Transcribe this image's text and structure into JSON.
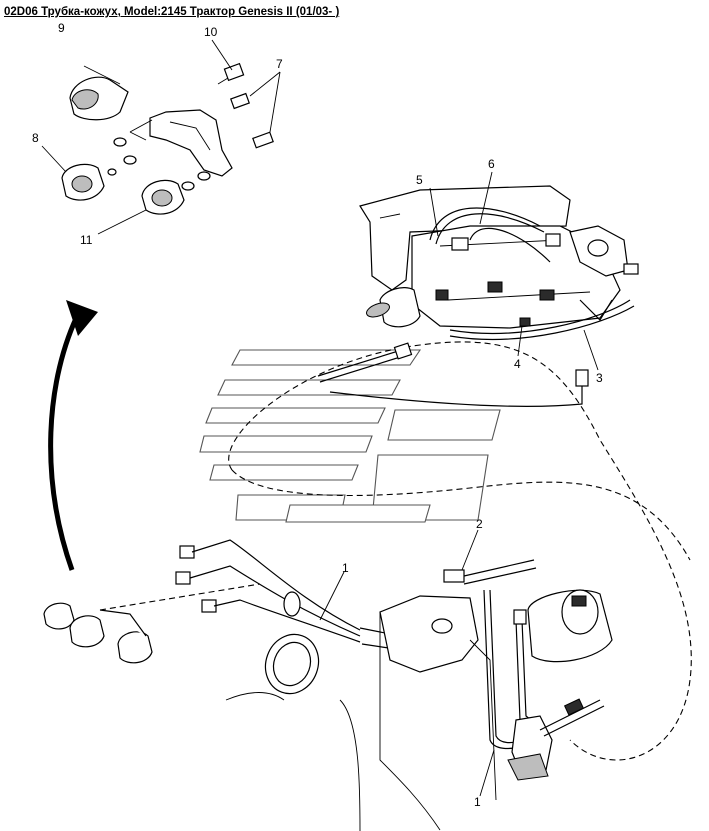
{
  "title": "02D06 Трубка-кожух, Model:2145 Трактор Genesis II (01/03- )",
  "callouts": [
    "9",
    "10",
    "7",
    "8",
    "11",
    "5",
    "6",
    "3",
    "4",
    "2",
    "1",
    "1"
  ]
}
